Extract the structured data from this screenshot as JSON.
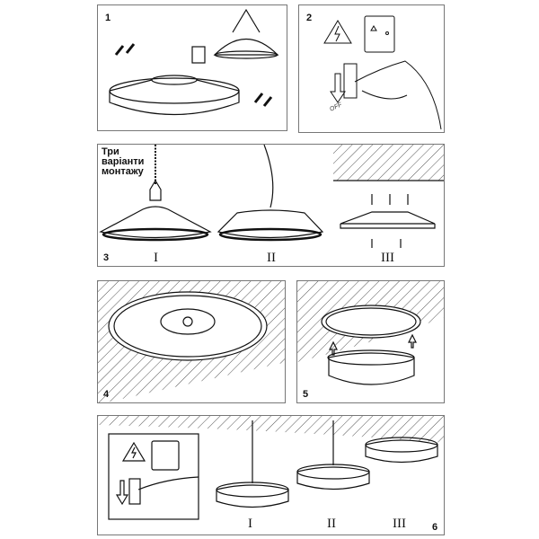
{
  "steps": [
    {
      "number": "1"
    },
    {
      "number": "2",
      "switch_label": "OFF"
    },
    {
      "number": "3",
      "title_lines": [
        "Три",
        "варіанти",
        "монтажу"
      ],
      "options": [
        "I",
        "II",
        "III"
      ]
    },
    {
      "number": "4"
    },
    {
      "number": "5"
    },
    {
      "number": "6",
      "options": [
        "I",
        "II",
        "III"
      ]
    }
  ],
  "colors": {
    "line": "#111111",
    "border": "#777777",
    "hatch": "#555555"
  }
}
